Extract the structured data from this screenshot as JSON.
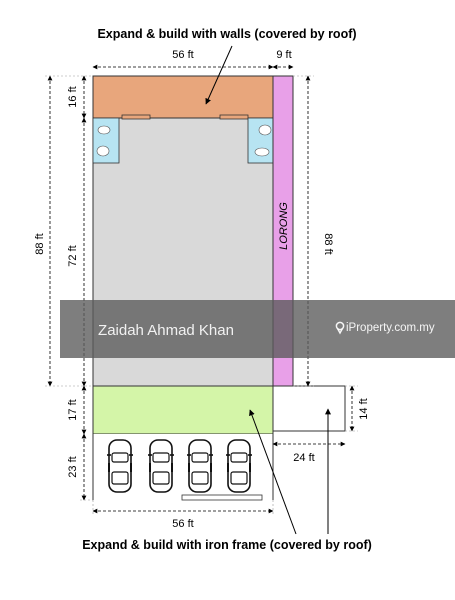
{
  "titles": {
    "top": "Expand & build with walls (covered by roof)",
    "bottom": "Expand & build with iron frame (covered by roof)"
  },
  "dimensions": {
    "top_width": "56 ft",
    "lorong_width": "9 ft",
    "top_section_height": "16 ft",
    "total_height_left": "88 ft",
    "middle_height": "72 ft",
    "lorong_height": "88 ft",
    "lower_section_height": "17 ft",
    "side_box_height": "14 ft",
    "side_box_width": "24 ft",
    "parking_height": "23 ft",
    "bottom_width": "56 ft"
  },
  "labels": {
    "lorong": "LORONG"
  },
  "watermark": {
    "name": "Zaidah Ahmad Khan",
    "logo_text": "iProperty.com.my"
  },
  "colors": {
    "roof_orange": "#e8a67c",
    "house_gray": "#d9d9d9",
    "lorong_pink": "#e8a0e8",
    "frame_green": "#d4f5a8",
    "bathroom_blue": "#b7e4f2",
    "watermark_band": "#666666"
  }
}
